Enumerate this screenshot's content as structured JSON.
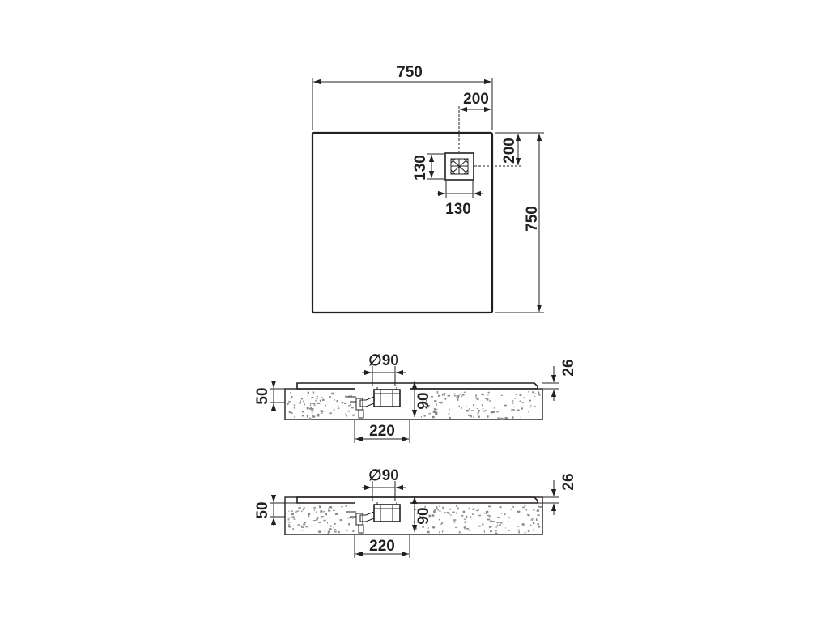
{
  "colors": {
    "line": "#231f20",
    "concrete_speck": "#8a8a8a",
    "background": "#ffffff"
  },
  "plan_view": {
    "width_label": "750",
    "height_label": "750",
    "drain_offset_x_label": "200",
    "drain_offset_y_label": "200",
    "drain_width_label": "130",
    "drain_height_label": "130"
  },
  "section_upper": {
    "pipe_diameter_label": "∅90",
    "siphon_width_label": "220",
    "siphon_height_label": "90",
    "screed_height_label": "50",
    "tray_height_label": "26"
  },
  "section_lower": {
    "pipe_diameter_label": "∅90",
    "siphon_width_label": "220",
    "siphon_height_label": "90",
    "screed_height_label": "50",
    "tray_height_label": "26"
  }
}
